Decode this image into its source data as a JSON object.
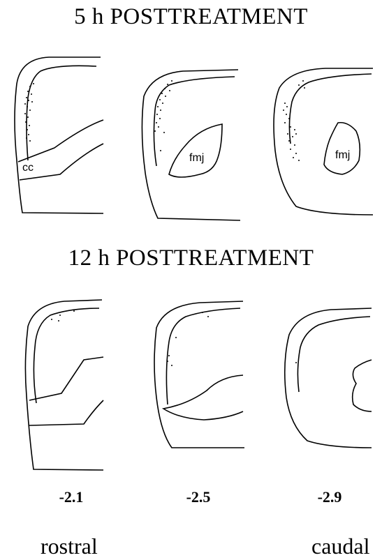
{
  "titles": {
    "top": "5 h POSTTREATMENT",
    "bottom": "12 h POSTTREATMENT"
  },
  "region_labels": {
    "cc": "cc",
    "fmj": "fmj"
  },
  "coordinates": [
    "-2.1",
    "-2.5",
    "-2.9"
  ],
  "direction": {
    "left": "rostral",
    "right": "caudal"
  }
}
